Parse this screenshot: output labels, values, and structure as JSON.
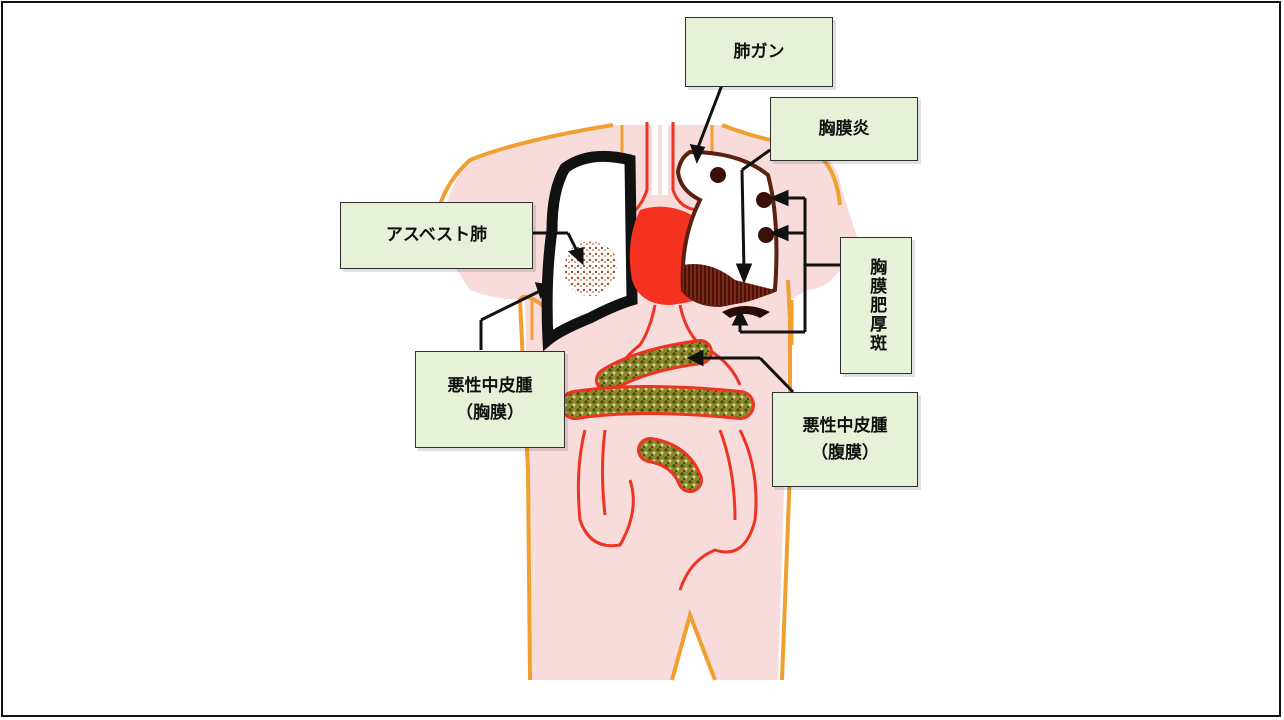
{
  "labels": {
    "lung_cancer": "肺ガン",
    "pleurisy": "胸膜炎",
    "asbestosis": "アスベスト肺",
    "pleural_plaque": "胸膜肥厚斑",
    "mesothelioma_pleura_line1": "悪性中皮腫",
    "mesothelioma_pleura_line2": "（胸膜）",
    "mesothelioma_peritoneum_line1": "悪性中皮腫",
    "mesothelioma_peritoneum_line2": "（腹膜）"
  },
  "colors": {
    "body_fill": "#f8dcdc",
    "body_outline": "#f0a030",
    "heart": "#f5311f",
    "intestine_texture": "#6b6a1f",
    "label_fill": "#e6f1d8",
    "lesion": "#4a1a10"
  }
}
